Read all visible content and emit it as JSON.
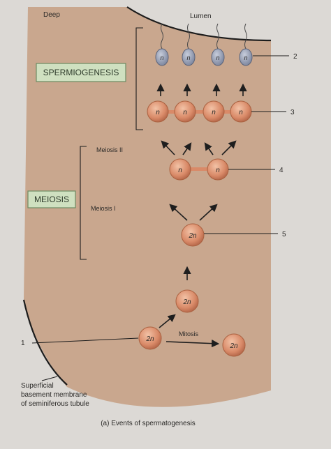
{
  "labels": {
    "deep": "Deep",
    "lumen": "Lumen",
    "spermiogenesis": "SPERMIOGENESIS",
    "meiosis": "MEIOSIS",
    "meiosis_ii": "Meiosis II",
    "meiosis_i": "Meiosis I",
    "mitosis": "Mitosis",
    "basement_line1": "Superficial",
    "basement_line2": "basement membrane",
    "basement_line3": "of seminiferous tubule",
    "caption": "(a) Events of spermatogenesis"
  },
  "ploidy": {
    "haploid": "n",
    "diploid": "2n"
  },
  "callouts": {
    "c1": "1",
    "c2": "2",
    "c3": "3",
    "c4": "4",
    "c5": "5"
  },
  "colors": {
    "tissue": "#c9a78e",
    "cell": "#d98a68",
    "sperm_head": "#8e97ad",
    "label_box": "#cfe0c0"
  }
}
